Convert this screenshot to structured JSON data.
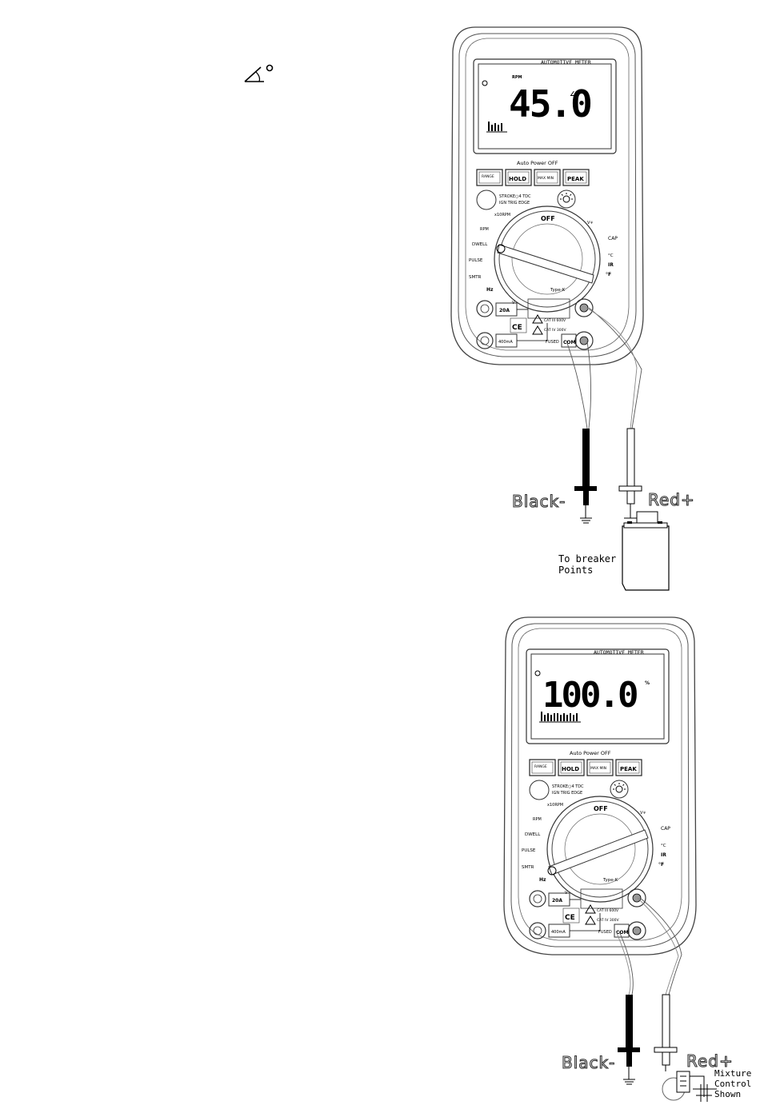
{
  "dwell_symbol": "∠°",
  "meters": [
    {
      "brand": "AUTOMOTIVE METER",
      "reading": "45.0",
      "unit_top": "RPM",
      "unit_right": "∠",
      "auto_power": "Auto Power OFF",
      "buttons": [
        "RANGE",
        "HOLD",
        "MAX MIN",
        "PEAK"
      ],
      "trigger_text": [
        "STROKE○4 TDC",
        "IGN TRIG EDGE"
      ],
      "dial_off": "OFF",
      "dial_labels": [
        "x10RPM",
        "RPM",
        "DWELL",
        "PULSE",
        "SMTR",
        "Hz",
        "CAP",
        "°C",
        "IR",
        "°F",
        "V",
        "Type-K"
      ],
      "jacks": [
        "20A",
        "400mA",
        "COM"
      ],
      "warnings": [
        "CAT III 600V",
        "CAT IV 300V"
      ],
      "fused": "FUSED",
      "ce": "CE"
    },
    {
      "brand": "AUTOMOTIVE METER",
      "reading": "100.0",
      "unit_top": "%",
      "unit_right": "",
      "auto_power": "Auto Power OFF",
      "buttons": [
        "RANGE",
        "HOLD",
        "MAX MIN",
        "PEAK"
      ],
      "trigger_text": [
        "STROKE○4 TDC",
        "IGN TRIG EDGE"
      ],
      "dial_off": "OFF",
      "dial_labels": [
        "x10RPM",
        "RPM",
        "DWELL",
        "PULSE",
        "SMTR",
        "Hz",
        "CAP",
        "°C",
        "IR",
        "°F",
        "V",
        "Type-K"
      ],
      "jacks": [
        "20A",
        "400mA",
        "COM"
      ],
      "warnings": [
        "CAT III 600V",
        "CAT IV 300V"
      ],
      "fused": "FUSED",
      "ce": "CE"
    }
  ],
  "probe_labels_1": {
    "black": "Black-",
    "red": "Red+"
  },
  "coil_label": [
    "To breaker",
    "Points"
  ],
  "probe_labels_2": {
    "black": "Black-",
    "red": "Red+"
  },
  "mixture_label": [
    "Mixture",
    "Control",
    "Shown"
  ]
}
